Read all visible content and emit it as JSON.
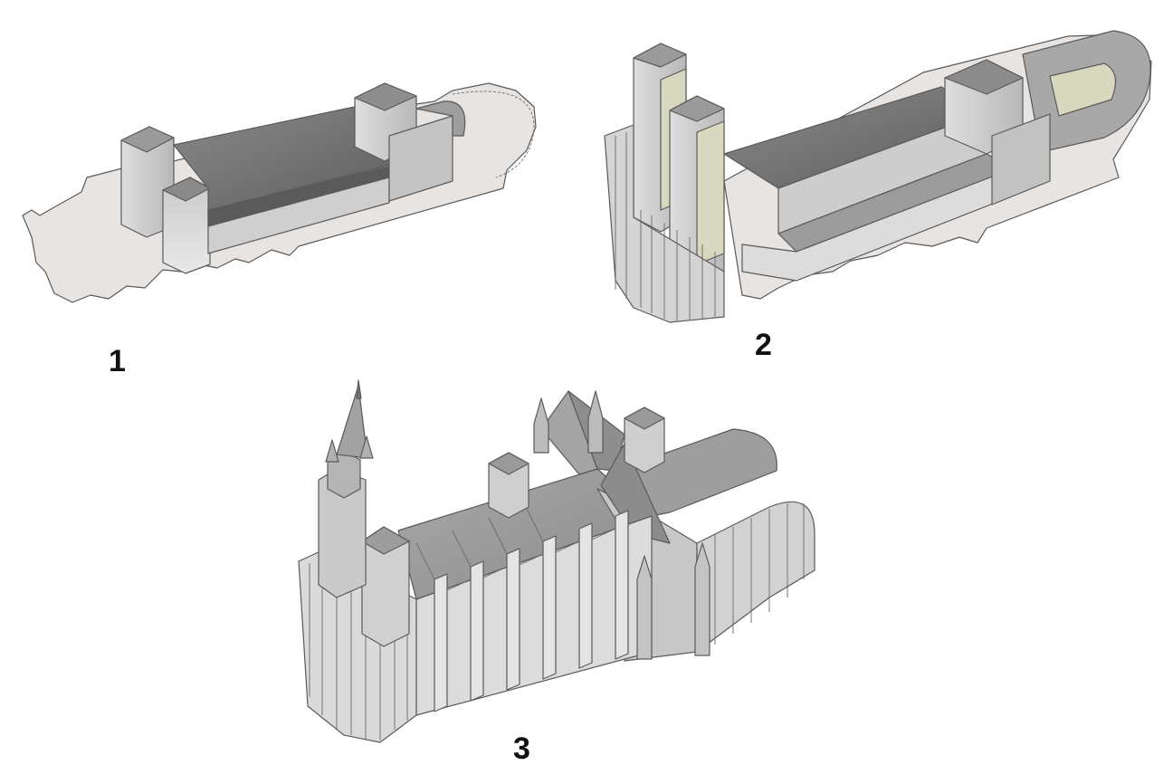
{
  "stages": [
    {
      "id": "stage-1",
      "label": "1"
    },
    {
      "id": "stage-2",
      "label": "2"
    },
    {
      "id": "stage-3",
      "label": "3"
    }
  ],
  "colors": {
    "ground": "#e6e2e0",
    "roof_dark": "#6f6f6f",
    "roof_mid": "#9a9a9a",
    "wall_light": "#d2d2d2",
    "wall_pale": "#ebebeb",
    "olive_tint": "#d8d8bf",
    "outline": "#5a5a5a"
  }
}
